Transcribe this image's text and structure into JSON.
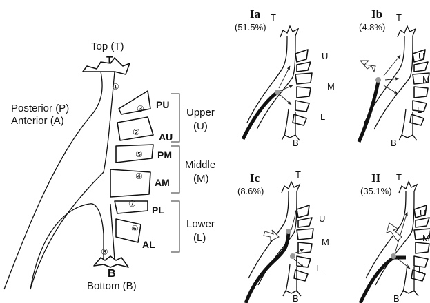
{
  "main": {
    "top_label": "Top (T)",
    "top_letter": "T",
    "posterior_label": "Posterior (P)",
    "anterior_label": "Anterior (A)",
    "bottom_letter": "B",
    "bottom_label": "Bottom (B)",
    "numbers": [
      "①",
      "②",
      "③",
      "④",
      "⑤",
      "⑥",
      "⑦",
      "⑧"
    ],
    "segments": {
      "pu": "PU",
      "au": "AU",
      "pm": "PM",
      "am": "AM",
      "pl": "PL",
      "al": "AL"
    },
    "groups": {
      "upper": "Upper",
      "upper_abbr": "(U)",
      "middle": "Middle",
      "middle_abbr": "(M)",
      "lower": "Lower",
      "lower_abbr": "(L)"
    }
  },
  "variants": {
    "ia": {
      "title": "Ia",
      "percent": "(51.5%)"
    },
    "ib": {
      "title": "Ib",
      "percent": "(4.8%)"
    },
    "ic": {
      "title": "Ic",
      "percent": "(8.6%)"
    },
    "ii": {
      "title": "II",
      "percent": "(35.1%)"
    }
  },
  "small_labels": {
    "t": "T",
    "u": "U",
    "m": "M",
    "l": "L",
    "b": "B"
  }
}
